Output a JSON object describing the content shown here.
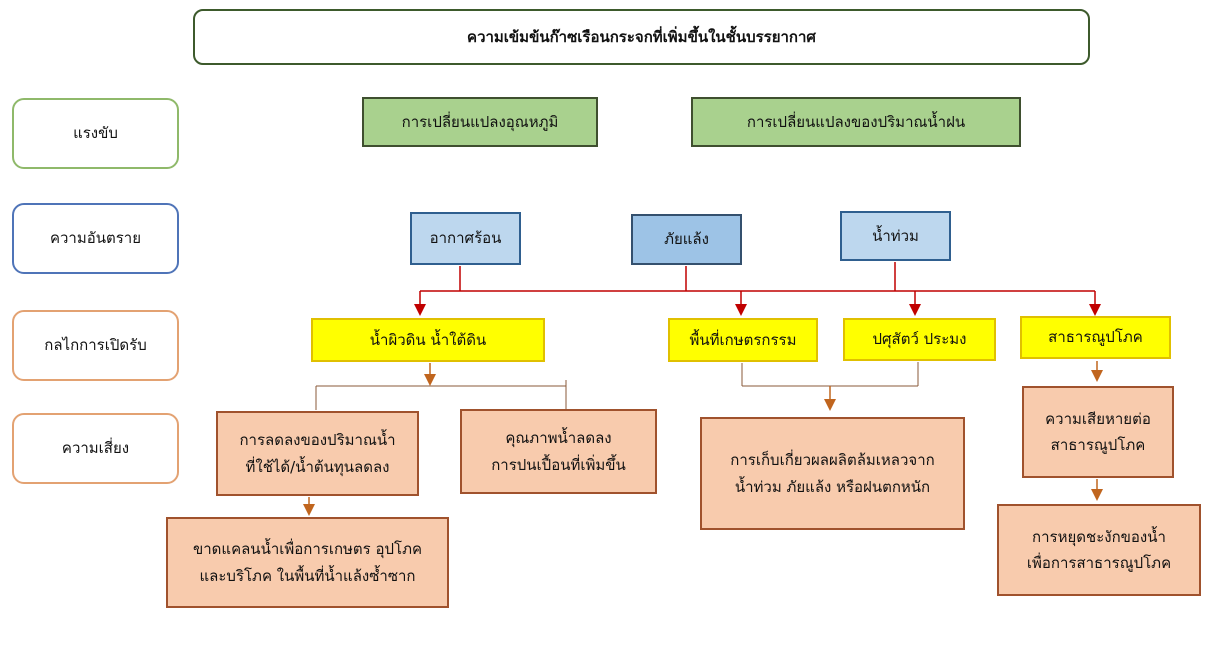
{
  "title": "ความเข้มข้นก๊าซเรือนกระจกที่เพิ่มขึ้นในชั้นบรรยากาศ",
  "side_labels": {
    "driver": "แรงขับ",
    "hazard": "ความอันตราย",
    "exposure": "กลไกการเปิดรับ",
    "risk": "ความเสี่ยง"
  },
  "drivers": {
    "temperature": "การเปลี่ยนแปลงอุณหภูมิ",
    "rainfall": "การเปลี่ยนแปลงของปริมาณน้ำฝน"
  },
  "hazards": {
    "heat": "อากาศร้อน",
    "drought": "ภัยแล้ง",
    "flood": "น้ำท่วม"
  },
  "exposures": {
    "water": "น้ำผิวดิน น้ำใต้ดิน",
    "agriculture": "พื้นที่เกษตรกรรม",
    "livestock": "ปศุสัตว์ ประมง",
    "utilities": "สาธารณูปโภค"
  },
  "risks": {
    "water_supply_1": "การลดลงของปริมาณน้ำ",
    "water_supply_2": "ที่ใช้ได้/น้ำต้นทุนลดลง",
    "water_quality_1": "คุณภาพน้ำลดลง",
    "water_quality_2": "การปนเปื้อนที่เพิ่มขึ้น",
    "shortage_1": "ขาดแคลนน้ำเพื่อการเกษตร อุปโภค",
    "shortage_2": "และบริโภค ในพื้นที่น้ำแล้งซ้ำซาก",
    "harvest_1": "การเก็บเกี่ยวผลผลิตล้มเหลวจาก",
    "harvest_2": "น้ำท่วม ภัยแล้ง หรือฝนตกหนัก",
    "utility_damage_1": "ความเสียหายต่อ",
    "utility_damage_2": "สาธารณูปโภค",
    "utility_disruption_1": "การหยุดชะงักของน้ำ",
    "utility_disruption_2": "เพื่อการสาธารณูปโภค"
  },
  "colors": {
    "driver_fill": "#a9d18e",
    "hazard_fill": "#bdd7ee",
    "exposure_fill": "#ffff00",
    "risk_fill": "#f8cbad",
    "hazard_arrow": "#c00000",
    "risk_arrow": "#c0651e"
  }
}
